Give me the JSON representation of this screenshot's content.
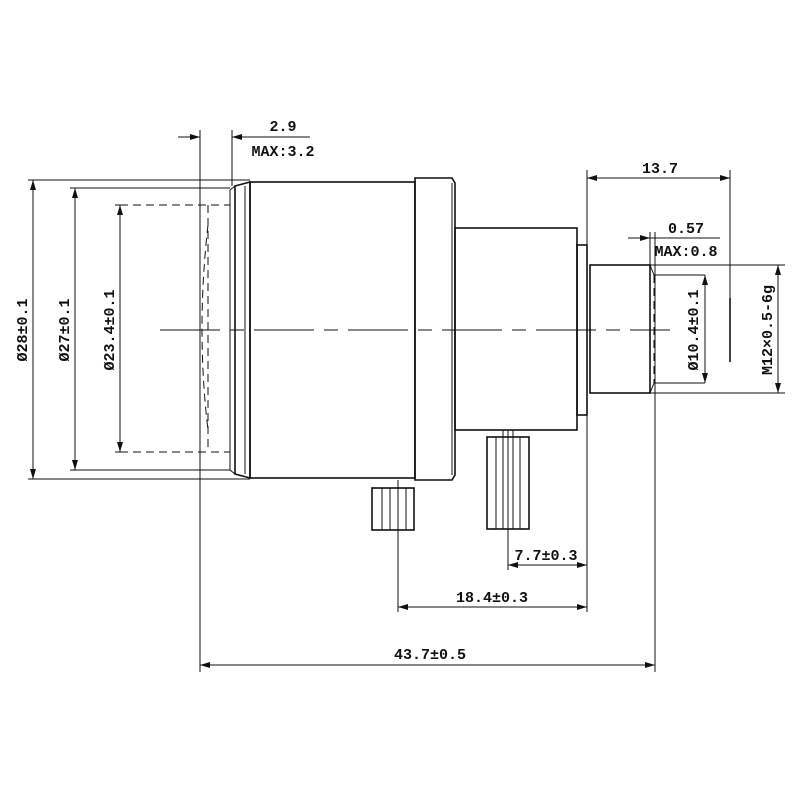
{
  "drawing": {
    "title": "M12 lens dimension drawing",
    "dims": {
      "flange_back": "2.9",
      "flange_back_max": "MAX:3.2",
      "rear_length": "13.7",
      "back_focus": "0.57",
      "back_focus_max": "MAX:0.8",
      "dia_outer": "Ø28±0.1",
      "dia_front": "Ø27±0.1",
      "dia_glass": "Ø23.4±0.1",
      "dia_rear": "Ø10.4±0.1",
      "thread": "M12×0.5-6g",
      "screw1": "7.7±0.3",
      "screw2": "18.4±0.3",
      "total_length": "43.7±0.5"
    }
  }
}
